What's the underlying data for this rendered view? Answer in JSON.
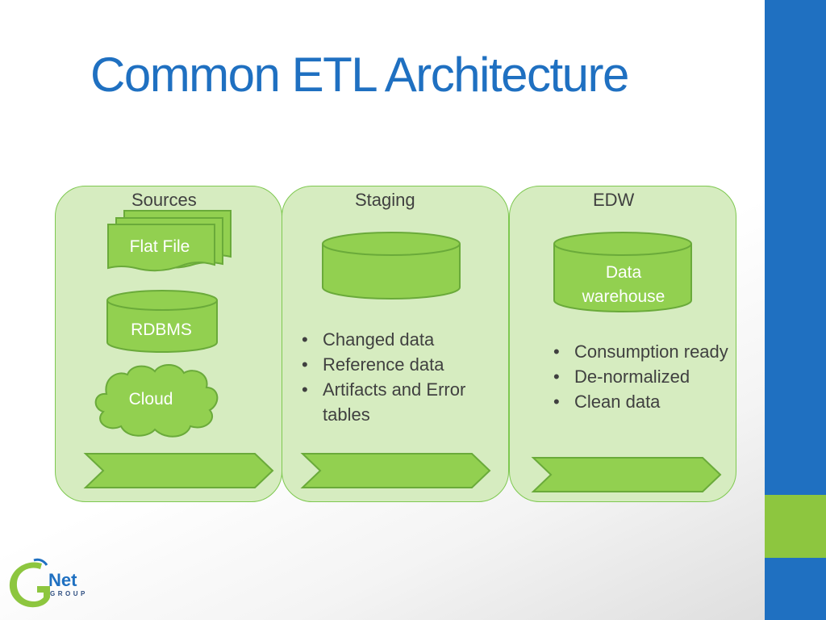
{
  "slide": {
    "title": "Common ETL Architecture"
  },
  "panels": {
    "sources": {
      "title": "Sources",
      "flat_file": "Flat File",
      "rdbms": "RDBMS",
      "cloud": "Cloud"
    },
    "staging": {
      "title": "Staging",
      "bullets": [
        "Changed data",
        "Reference data",
        "Artifacts and Error tables"
      ]
    },
    "edw": {
      "title": "EDW",
      "db_label_line1": "Data",
      "db_label_line2": "warehouse",
      "bullets": [
        "Consumption ready",
        "De-normalized",
        "Clean data"
      ]
    }
  },
  "logo": {
    "name": "Net",
    "sub": "GROUP"
  },
  "colors": {
    "title_blue": "#1f70c1",
    "panel_fill": "#d6ecc0",
    "shape_green": "#92d050",
    "shape_border": "#6aaa3a",
    "accent_green": "#8dc63f"
  }
}
